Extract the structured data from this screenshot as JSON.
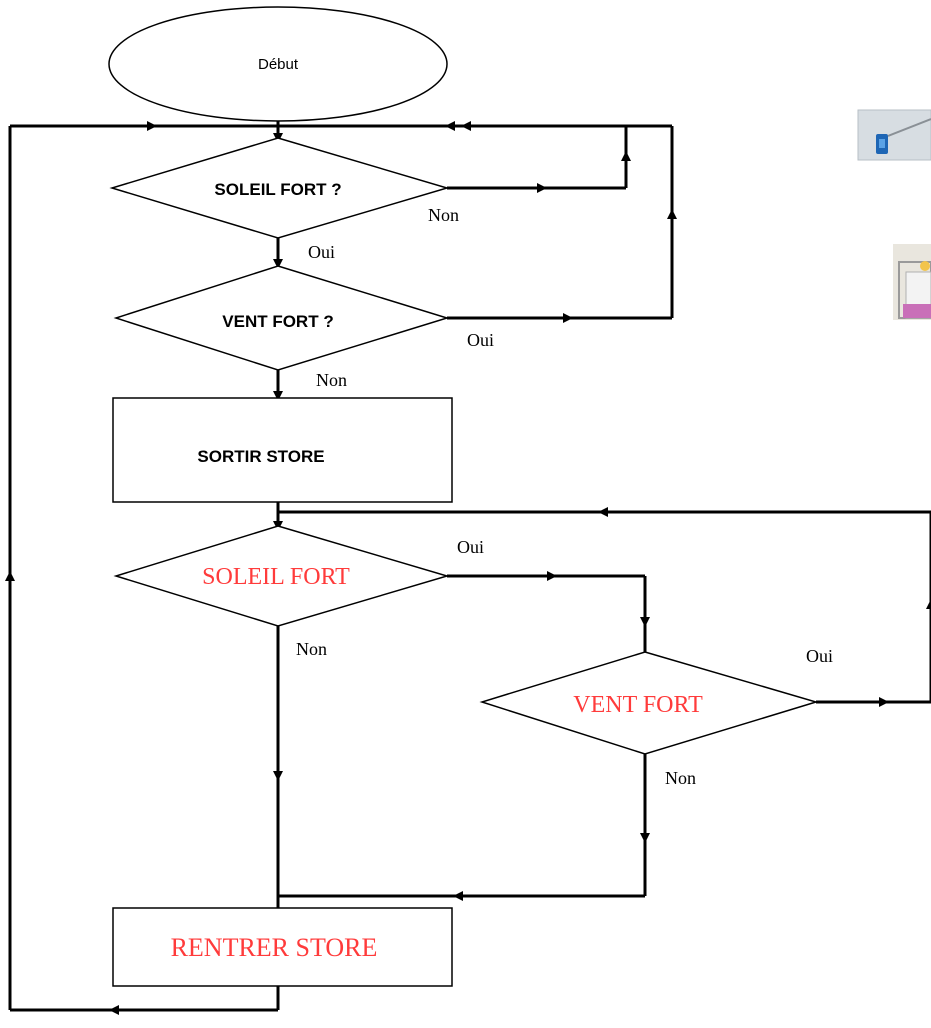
{
  "nodes": {
    "start": "Début",
    "decision_sun_1": "SOLEIL FORT ?",
    "decision_wind_1": "VENT FORT ?",
    "action_extend": "SORTIR STORE",
    "decision_sun_2": "SOLEIL FORT",
    "decision_wind_2": "VENT FORT",
    "action_retract": "RENTRER STORE"
  },
  "edge_labels": {
    "sun1_no": "Non",
    "sun1_yes": "Oui",
    "wind1_yes": "Oui",
    "wind1_no": "Non",
    "sun2_yes": "Oui",
    "sun2_no": "Non",
    "wind2_yes": "Oui",
    "wind2_no": "Non"
  },
  "colors": {
    "line": "#000000",
    "highlight_text": "#ff3b3b"
  },
  "thumbnails": [
    "wall-switch-thumbnail",
    "window-sensor-thumbnail"
  ]
}
